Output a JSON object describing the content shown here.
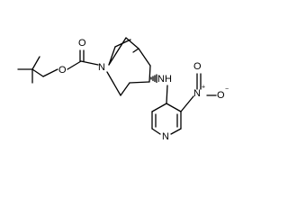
{
  "molecule": {
    "atoms": {
      "O_ester": "O",
      "O_carbonyl": "O",
      "N_bridge": "N",
      "NH_amine": "NH",
      "N_nitro": "N",
      "N_nitro_charge": "+",
      "O_nitro_top": "O",
      "O_nitro_minus": "O",
      "O_nitro_charge": "−",
      "N_pyridine": "N"
    },
    "colors": {
      "ink": "#000000",
      "background": "#ffffff"
    }
  }
}
